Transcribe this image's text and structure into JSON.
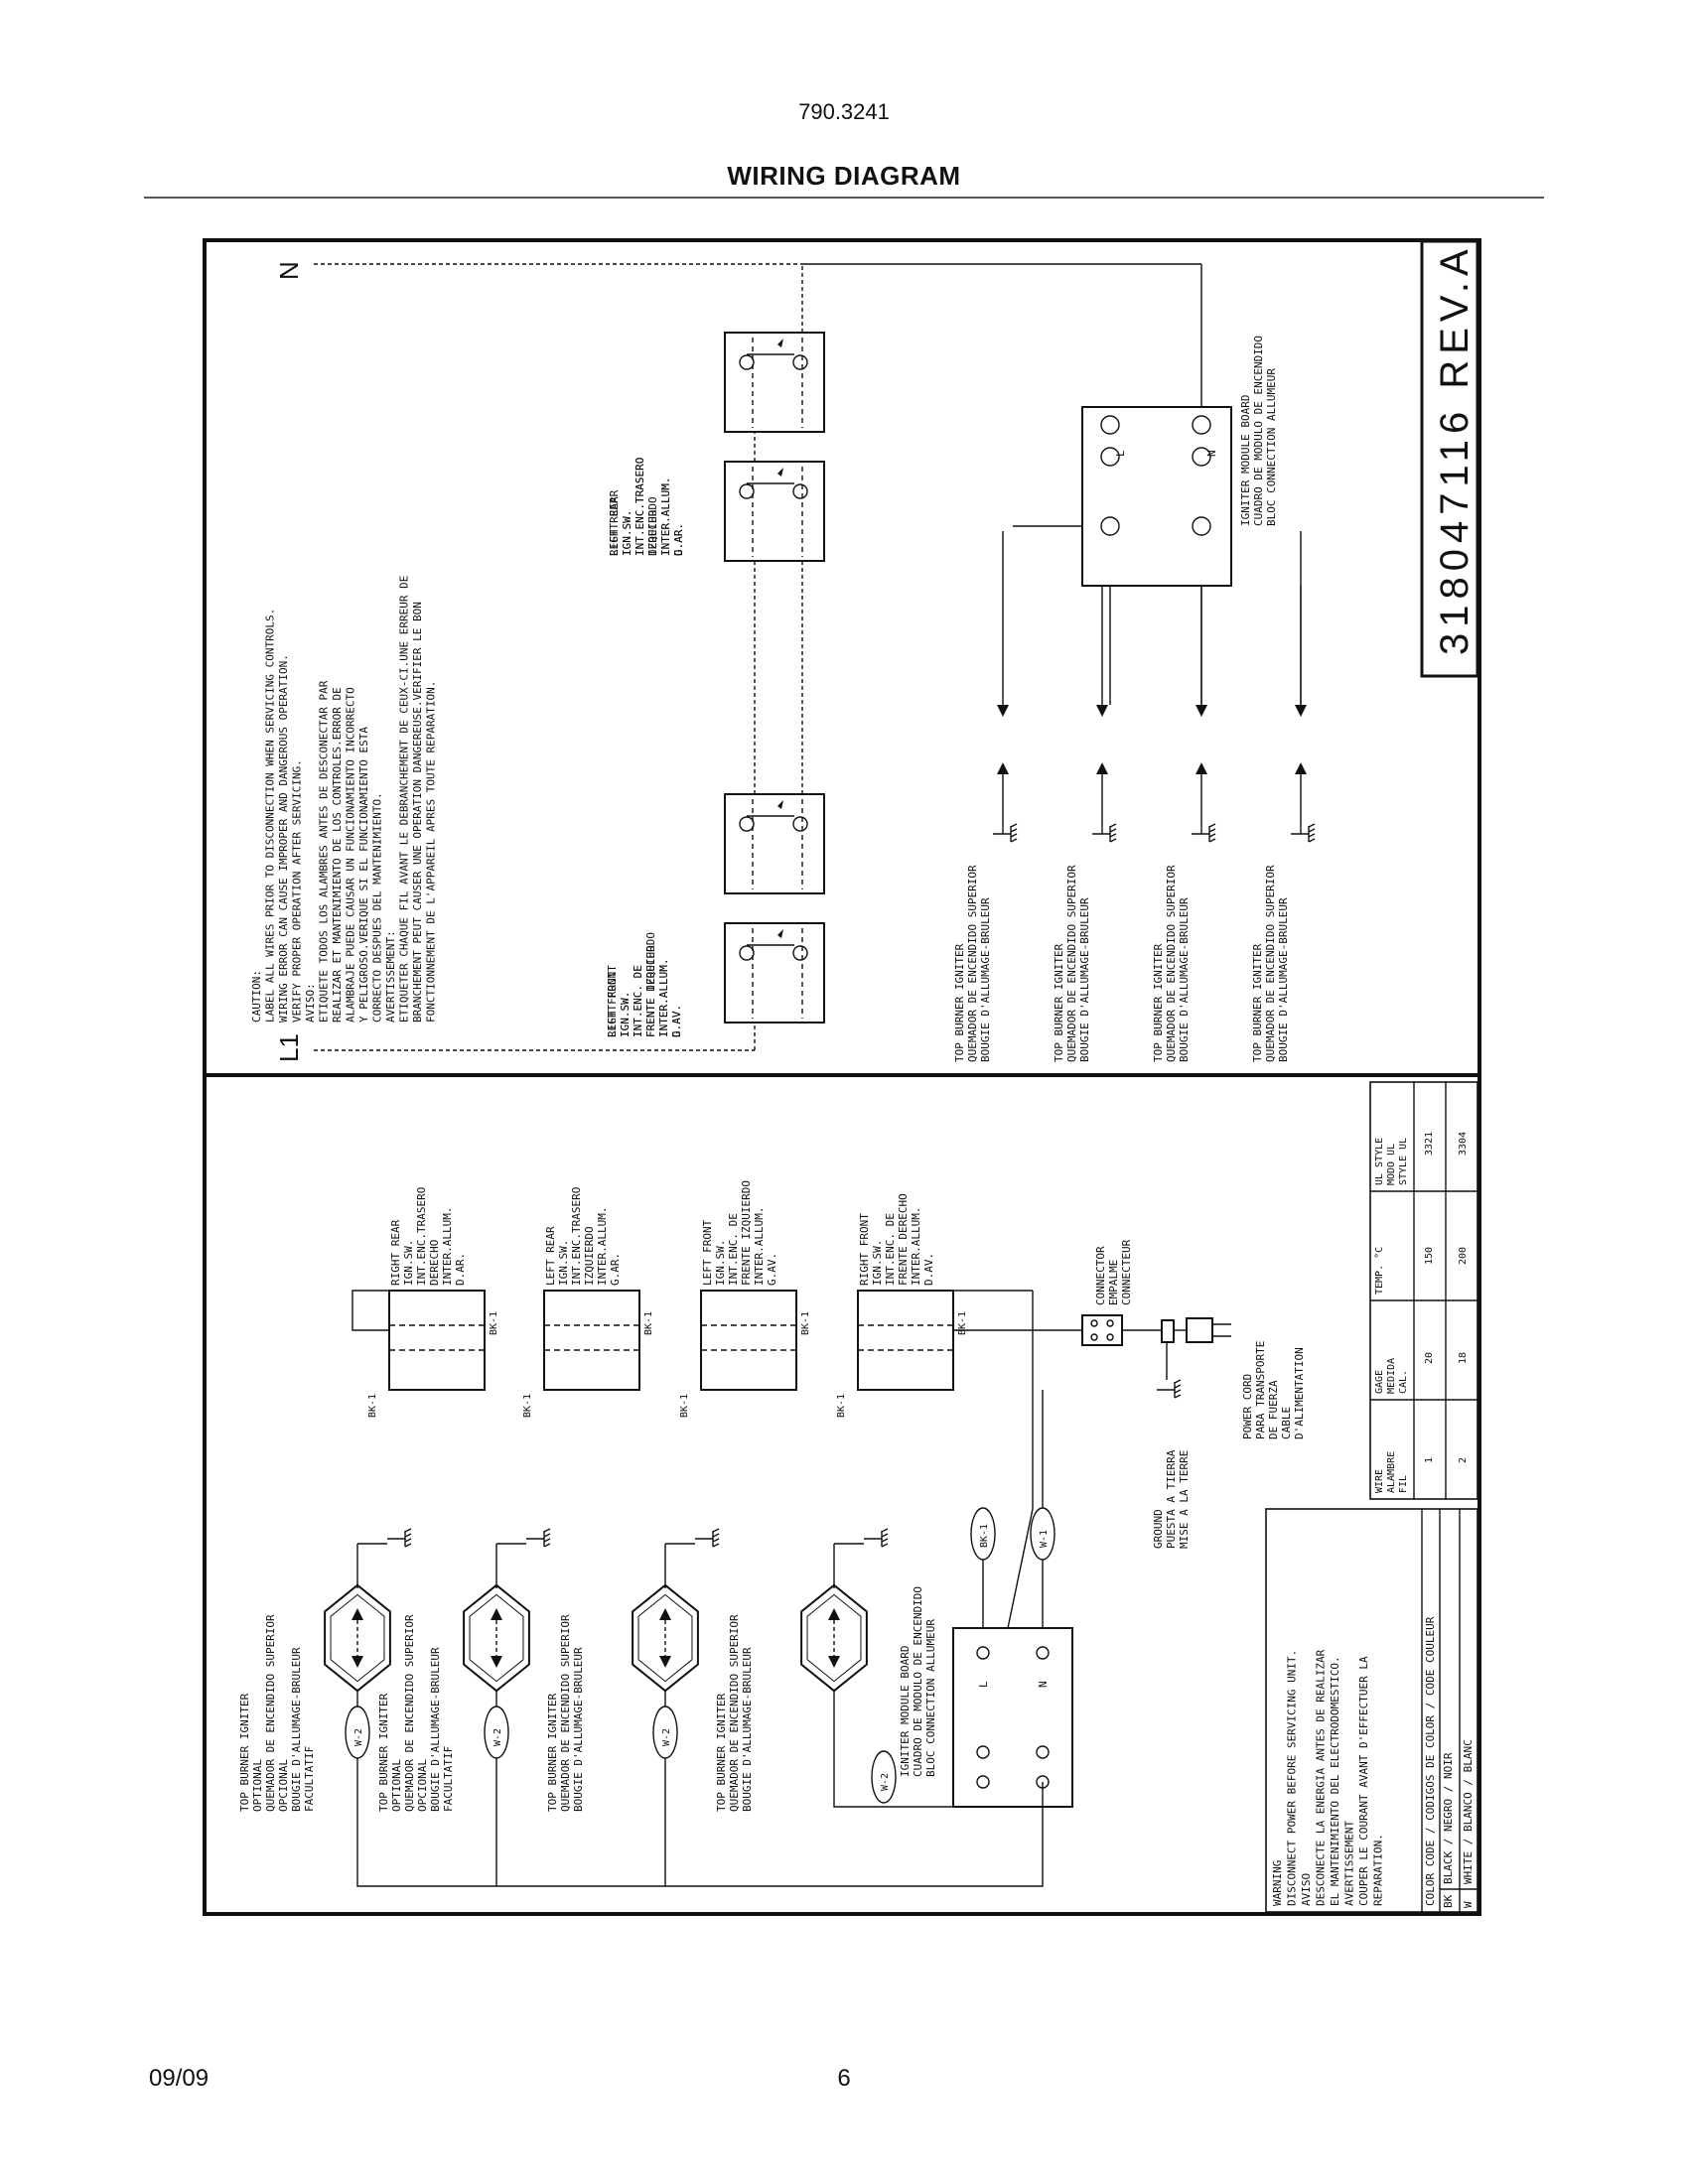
{
  "header": {
    "model": "790.3241",
    "title": "WIRING DIAGRAM"
  },
  "footer": {
    "date": "09/09",
    "page": "6"
  },
  "diagram": {
    "part_number": "318047116 REV.A",
    "line_labels": {
      "l1": "L1",
      "n": "N"
    },
    "caution": [
      "CAUTION:",
      "LABEL ALL WIRES PRIOR TO DISCONNECTION WHEN SERVICING CONTROLS.",
      "WIRING ERROR CAN CAUSE IMPROPER AND DANGEROUS OPERATION.",
      "VERIFY PROPER OPERATION AFTER SERVICING.",
      "AVISO:",
      "ETIQUETE TODOS LOS ALAMBRES ANTES DE DESCONECTAR PAR",
      "REALIZAR ET MANTENIMIENTO DE LOS CONTROLES.ERROR DE",
      "ALAMBRAJE PUEDE CAUSAR UN FUNCIONAMIENTO INCORRECTO",
      "Y PELIGROSO.VERIQUE SI EL FUNCIONAMIENTO ESTA",
      "CORRECTO DESPUES DEL MANTENIMIENTO.",
      "AVERTISSEMENT:",
      "ETIQUETER CHAQUE FIL AVANT LE DEBRANCHEMENT DE CEUX-CI.UNE ERREUR DE",
      "BRANCHEMENT PEUT CAUSER UNE OPERATION DANGEREUSE.VERIFIER LE BON",
      "FONCTIONNEMENT DE L'APPAREIL APRES TOUTE REPARATION."
    ],
    "schematic_switches": [
      {
        "lines": [
          "RIGHT FRONT",
          "IGN.SW.",
          "INT.ENC. DE",
          "FRENTE DERECHO",
          "INTER.ALLUM.",
          "D.AV."
        ]
      },
      {
        "lines": [
          "LEFT FRONT",
          "IGN.SW.",
          "INT.ENC. DE",
          "FRENTE IZQUIERDO",
          "INTER.ALLUM.",
          "G.AV."
        ]
      },
      {
        "lines": [
          "LEFT REAR",
          "IGN.SW.",
          "INT.ENC.TRASERO",
          "IZQUIERDO",
          "INTER.ALLUM.",
          "G.AR."
        ]
      },
      {
        "lines": [
          "RIGHT REAR",
          "IGN.SW.",
          "INT.ENC.TRASERO",
          "DERECHO",
          "INTER.ALLUM.",
          "D.AR."
        ]
      }
    ],
    "schematic_igniter_label": [
      "TOP BURNER IGNITER",
      "QUEMADOR DE ENCENDIDO SUPERIOR",
      "BOUGIE D'ALLUMAGE-BRULEUR"
    ],
    "module_label": [
      "IGNITER MODULE BOARD",
      "CUADRO DE MODULO DE ENCENDIDO",
      "BLOC CONNECTION ALLUMEUR"
    ],
    "module_terminals": {
      "l": "L",
      "n": "N"
    },
    "pictorial_switches": [
      {
        "lines": [
          "RIGHT REAR",
          "IGN.SW.",
          "INT.ENC.TRASERO",
          "DERECHO",
          "INTER.ALLUM.",
          "D.AR."
        ]
      },
      {
        "lines": [
          "LEFT REAR",
          "IGN.SW.",
          "INT.ENC.TRASERO",
          "IZQUIERDO",
          "INTER.ALLUM.",
          "G.AR."
        ]
      },
      {
        "lines": [
          "LEFT FRONT",
          "IGN.SW.",
          "INT.ENC. DE",
          "FRENTE IZQUIERDO",
          "INTER.ALLUM.",
          "G.AV."
        ]
      },
      {
        "lines": [
          "RIGHT FRONT",
          "IGN.SW.",
          "INT.ENC. DE",
          "FRENTE DERECHO",
          "INTER.ALLUM.",
          "D.AV."
        ]
      }
    ],
    "wire_tags": {
      "bk1": "BK-1",
      "w1": "W-1",
      "w2": "W-2"
    },
    "connector_label": [
      "CONNECTOR",
      "EMPALME",
      "CONNECTEUR"
    ],
    "power_cord_label": [
      "POWER CORD",
      "PARA TRANSPORTE",
      "DE FUERZA",
      "CABLE",
      "D'ALIMENTATION"
    ],
    "ground_label": [
      "GROUND",
      "PUESTA A TIERRA",
      "MISE A LA TERRE"
    ],
    "pictorial_igniters": [
      {
        "lines": [
          "TOP BURNER IGNITER",
          "OPTIONAL",
          "QUEMADOR DE ENCENDIDO SUPERIOR",
          "OPCIONAL",
          "BOUGIE D'ALLUMAGE-BRULEUR",
          "FACULTATIF"
        ]
      },
      {
        "lines": [
          "TOP BURNER IGNITER",
          "OPTIONAL",
          "QUEMADOR DE ENCENDIDO SUPERIOR",
          "OPCIONAL",
          "BOUGIE D'ALLUMAGE-BRULEUR",
          "FACULTATIF"
        ]
      },
      {
        "lines": [
          "TOP BURNER IGNITER",
          "QUEMADOR DE ENCENDIDO SUPERIOR",
          "BOUGIE D'ALLUMAGE-BRULEUR"
        ]
      },
      {
        "lines": [
          "TOP BURNER IGNITER",
          "QUEMADOR DE ENCENDIDO SUPERIOR",
          "BOUGIE D'ALLUMAGE-BRULEUR"
        ]
      }
    ],
    "wire_table": {
      "rows": [
        [
          "WIRE\nALAMBRE\nFIL",
          "1",
          "2"
        ],
        [
          "GAGE\nMEDIDA\nCAL.",
          "20",
          "18"
        ],
        [
          "TEMP. °C",
          "150",
          "200"
        ],
        [
          "UL STYLE\nMODO UL\nSTYLE UL",
          "3321",
          "3304"
        ]
      ]
    },
    "warning": [
      "WARNING",
      "DISCONNECT POWER BEFORE SERVICING UNIT.",
      "AVISO",
      "DESCONECTE LA ENERGIA ANTES DE REALIZAR",
      "EL MANTENIMIENTO DEL ELECTRODOMESTICO.",
      "AVERTISSEMENT",
      "COUPER LE COURANT AVANT D'EFFECTUER LA",
      "REPARATION."
    ],
    "color_code": {
      "header": "COLOR CODE / CODIGOS DE COLOR / CODE COULEUR",
      "rows": [
        {
          "code": "BK",
          "desc": "BLACK / NEGRO / NOIR"
        },
        {
          "code": "W",
          "desc": "WHITE / BLANCO / BLANC"
        }
      ]
    }
  }
}
